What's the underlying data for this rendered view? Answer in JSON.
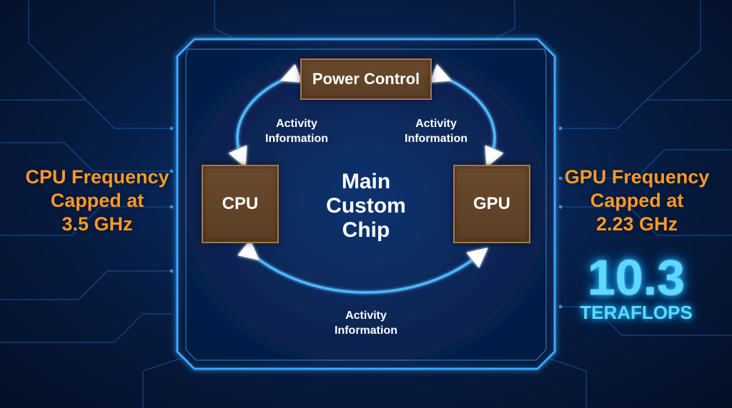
{
  "diagram": {
    "chip_title": [
      "Main",
      "Custom",
      "Chip"
    ],
    "nodes": {
      "power_control": "Power Control",
      "cpu": "CPU",
      "gpu": "GPU"
    },
    "flows": {
      "left": [
        "Activity",
        "Information"
      ],
      "right": [
        "Activity",
        "Information"
      ],
      "bottom": [
        "Activity",
        "Information"
      ]
    },
    "cpu_frequency": [
      "CPU Frequency",
      "Capped at",
      "3.5 GHz"
    ],
    "gpu_frequency": [
      "GPU Frequency",
      "Capped at",
      "2.23 GHz"
    ],
    "performance": {
      "value": "10.3",
      "unit": "TERAFLOPS"
    }
  },
  "colors": {
    "background": "#061a3e",
    "frame_glow": "#3aa8ff",
    "box_fill": "#5b3e24",
    "box_border": "#a57a4c",
    "arrow": "#4fb8ff",
    "side_text": "#f59a2a",
    "teraflops_text": "#5fd8ff"
  }
}
